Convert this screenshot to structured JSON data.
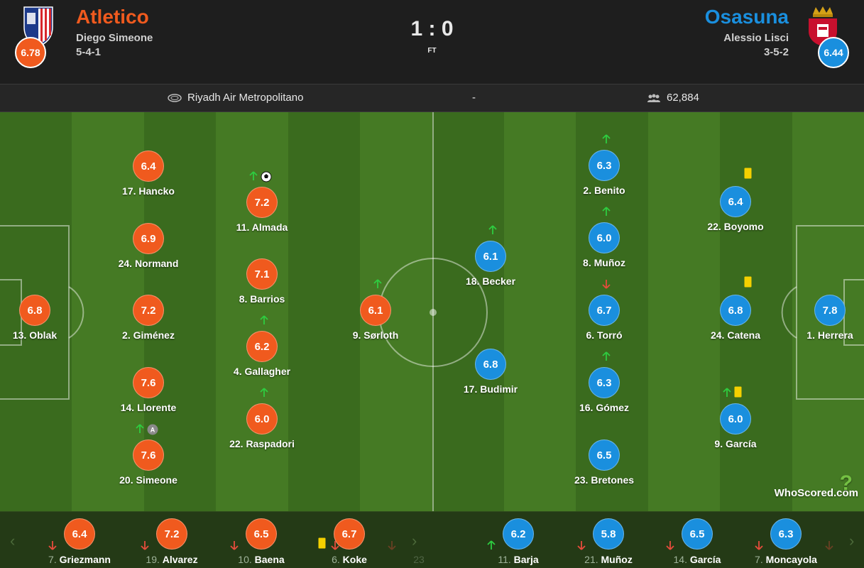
{
  "header": {
    "home": {
      "name": "Atletico",
      "coach": "Diego Simeone",
      "formation": "5-4-1",
      "rating": "6.78",
      "color": "#f05a1e"
    },
    "away": {
      "name": "Osasuna",
      "coach": "Alessio Lisci",
      "formation": "3-5-2",
      "rating": "6.44",
      "color": "#1a8fde"
    },
    "score": "1 : 0",
    "status": "FT"
  },
  "venue": {
    "stadium": "Riyadh Air Metropolitano",
    "separator": "-",
    "attendance": "62,884",
    "stadium_icon": "stadium-icon",
    "attendance_icon": "crowd-icon"
  },
  "home_players": [
    {
      "rating": "6.4",
      "number": "17.",
      "name": "Hancko",
      "events": []
    },
    {
      "rating": "6.9",
      "number": "24.",
      "name": "Normand",
      "events": []
    },
    {
      "rating": "7.2",
      "number": "2.",
      "name": "Giménez",
      "events": []
    },
    {
      "rating": "7.6",
      "number": "14.",
      "name": "Llorente",
      "events": []
    },
    {
      "rating": "7.6",
      "number": "20.",
      "name": "Simeone",
      "events": [
        "sub-on",
        "assist"
      ]
    },
    {
      "rating": "7.2",
      "number": "11.",
      "name": "Almada",
      "events": [
        "sub-on",
        "goal"
      ]
    },
    {
      "rating": "7.1",
      "number": "8.",
      "name": "Barrios",
      "events": []
    },
    {
      "rating": "6.2",
      "number": "4.",
      "name": "Gallagher",
      "events": [
        "sub-on"
      ]
    },
    {
      "rating": "6.0",
      "number": "22.",
      "name": "Raspadori",
      "events": [
        "sub-on"
      ]
    },
    {
      "rating": "6.8",
      "number": "13.",
      "name": "Oblak",
      "events": []
    },
    {
      "rating": "6.1",
      "number": "9.",
      "name": "Sørloth",
      "events": [
        "sub-on"
      ]
    }
  ],
  "away_players": [
    {
      "rating": "6.1",
      "number": "18.",
      "name": "Becker",
      "events": [
        "sub-on"
      ]
    },
    {
      "rating": "6.8",
      "number": "17.",
      "name": "Budimir",
      "events": []
    },
    {
      "rating": "6.3",
      "number": "2.",
      "name": "Benito",
      "events": [
        "sub-on"
      ]
    },
    {
      "rating": "6.0",
      "number": "8.",
      "name": "Muñoz",
      "events": [
        "sub-on"
      ]
    },
    {
      "rating": "6.7",
      "number": "6.",
      "name": "Torró",
      "events": [
        "sub-off"
      ]
    },
    {
      "rating": "6.3",
      "number": "16.",
      "name": "Gómez",
      "events": [
        "sub-on"
      ]
    },
    {
      "rating": "6.5",
      "number": "23.",
      "name": "Bretones",
      "events": []
    },
    {
      "rating": "6.4",
      "number": "22.",
      "name": "Boyomo",
      "events": [
        "yellow-card"
      ]
    },
    {
      "rating": "6.8",
      "number": "24.",
      "name": "Catena",
      "events": [
        "yellow-card"
      ]
    },
    {
      "rating": "6.0",
      "number": "9.",
      "name": "García",
      "events": [
        "sub-on",
        "yellow-card"
      ]
    },
    {
      "rating": "7.8",
      "number": "1.",
      "name": "Herrera",
      "events": []
    }
  ],
  "home_subs": [
    {
      "rating": "6.4",
      "number": "7.",
      "name": "Griezmann",
      "events": [
        "sub-off"
      ]
    },
    {
      "rating": "7.2",
      "number": "19.",
      "name": "Alvarez",
      "events": [
        "sub-off"
      ]
    },
    {
      "rating": "6.5",
      "number": "10.",
      "name": "Baena",
      "events": [
        "sub-off"
      ]
    },
    {
      "rating": "6.7",
      "number": "6.",
      "name": "Koke",
      "events": [
        "yellow-card",
        "sub-off"
      ]
    },
    {
      "rating": "",
      "number": "23",
      "name": "",
      "events": [
        "sub-off"
      ]
    }
  ],
  "away_subs": [
    {
      "rating": "6.2",
      "number": "11.",
      "name": "Barja",
      "events": [
        "sub-on"
      ]
    },
    {
      "rating": "5.8",
      "number": "21.",
      "name": "Muñoz",
      "events": [
        "sub-off"
      ]
    },
    {
      "rating": "6.5",
      "number": "14.",
      "name": "García",
      "events": [
        "sub-off"
      ]
    },
    {
      "rating": "6.3",
      "number": "7.",
      "name": "Moncayola",
      "events": [
        "sub-off"
      ]
    },
    {
      "rating": "",
      "number": "",
      "name": "",
      "events": [
        "sub-off"
      ]
    }
  ],
  "nav": {
    "prev": "‹",
    "next": "›"
  },
  "branding": {
    "text": "WhoScored.com"
  },
  "colors": {
    "pitch_dark": "#3a6b1e",
    "pitch_light": "#457a24",
    "sub_on": "#2ecc40",
    "sub_off": "#e74c3c",
    "yellow_card": "#f5d000"
  }
}
